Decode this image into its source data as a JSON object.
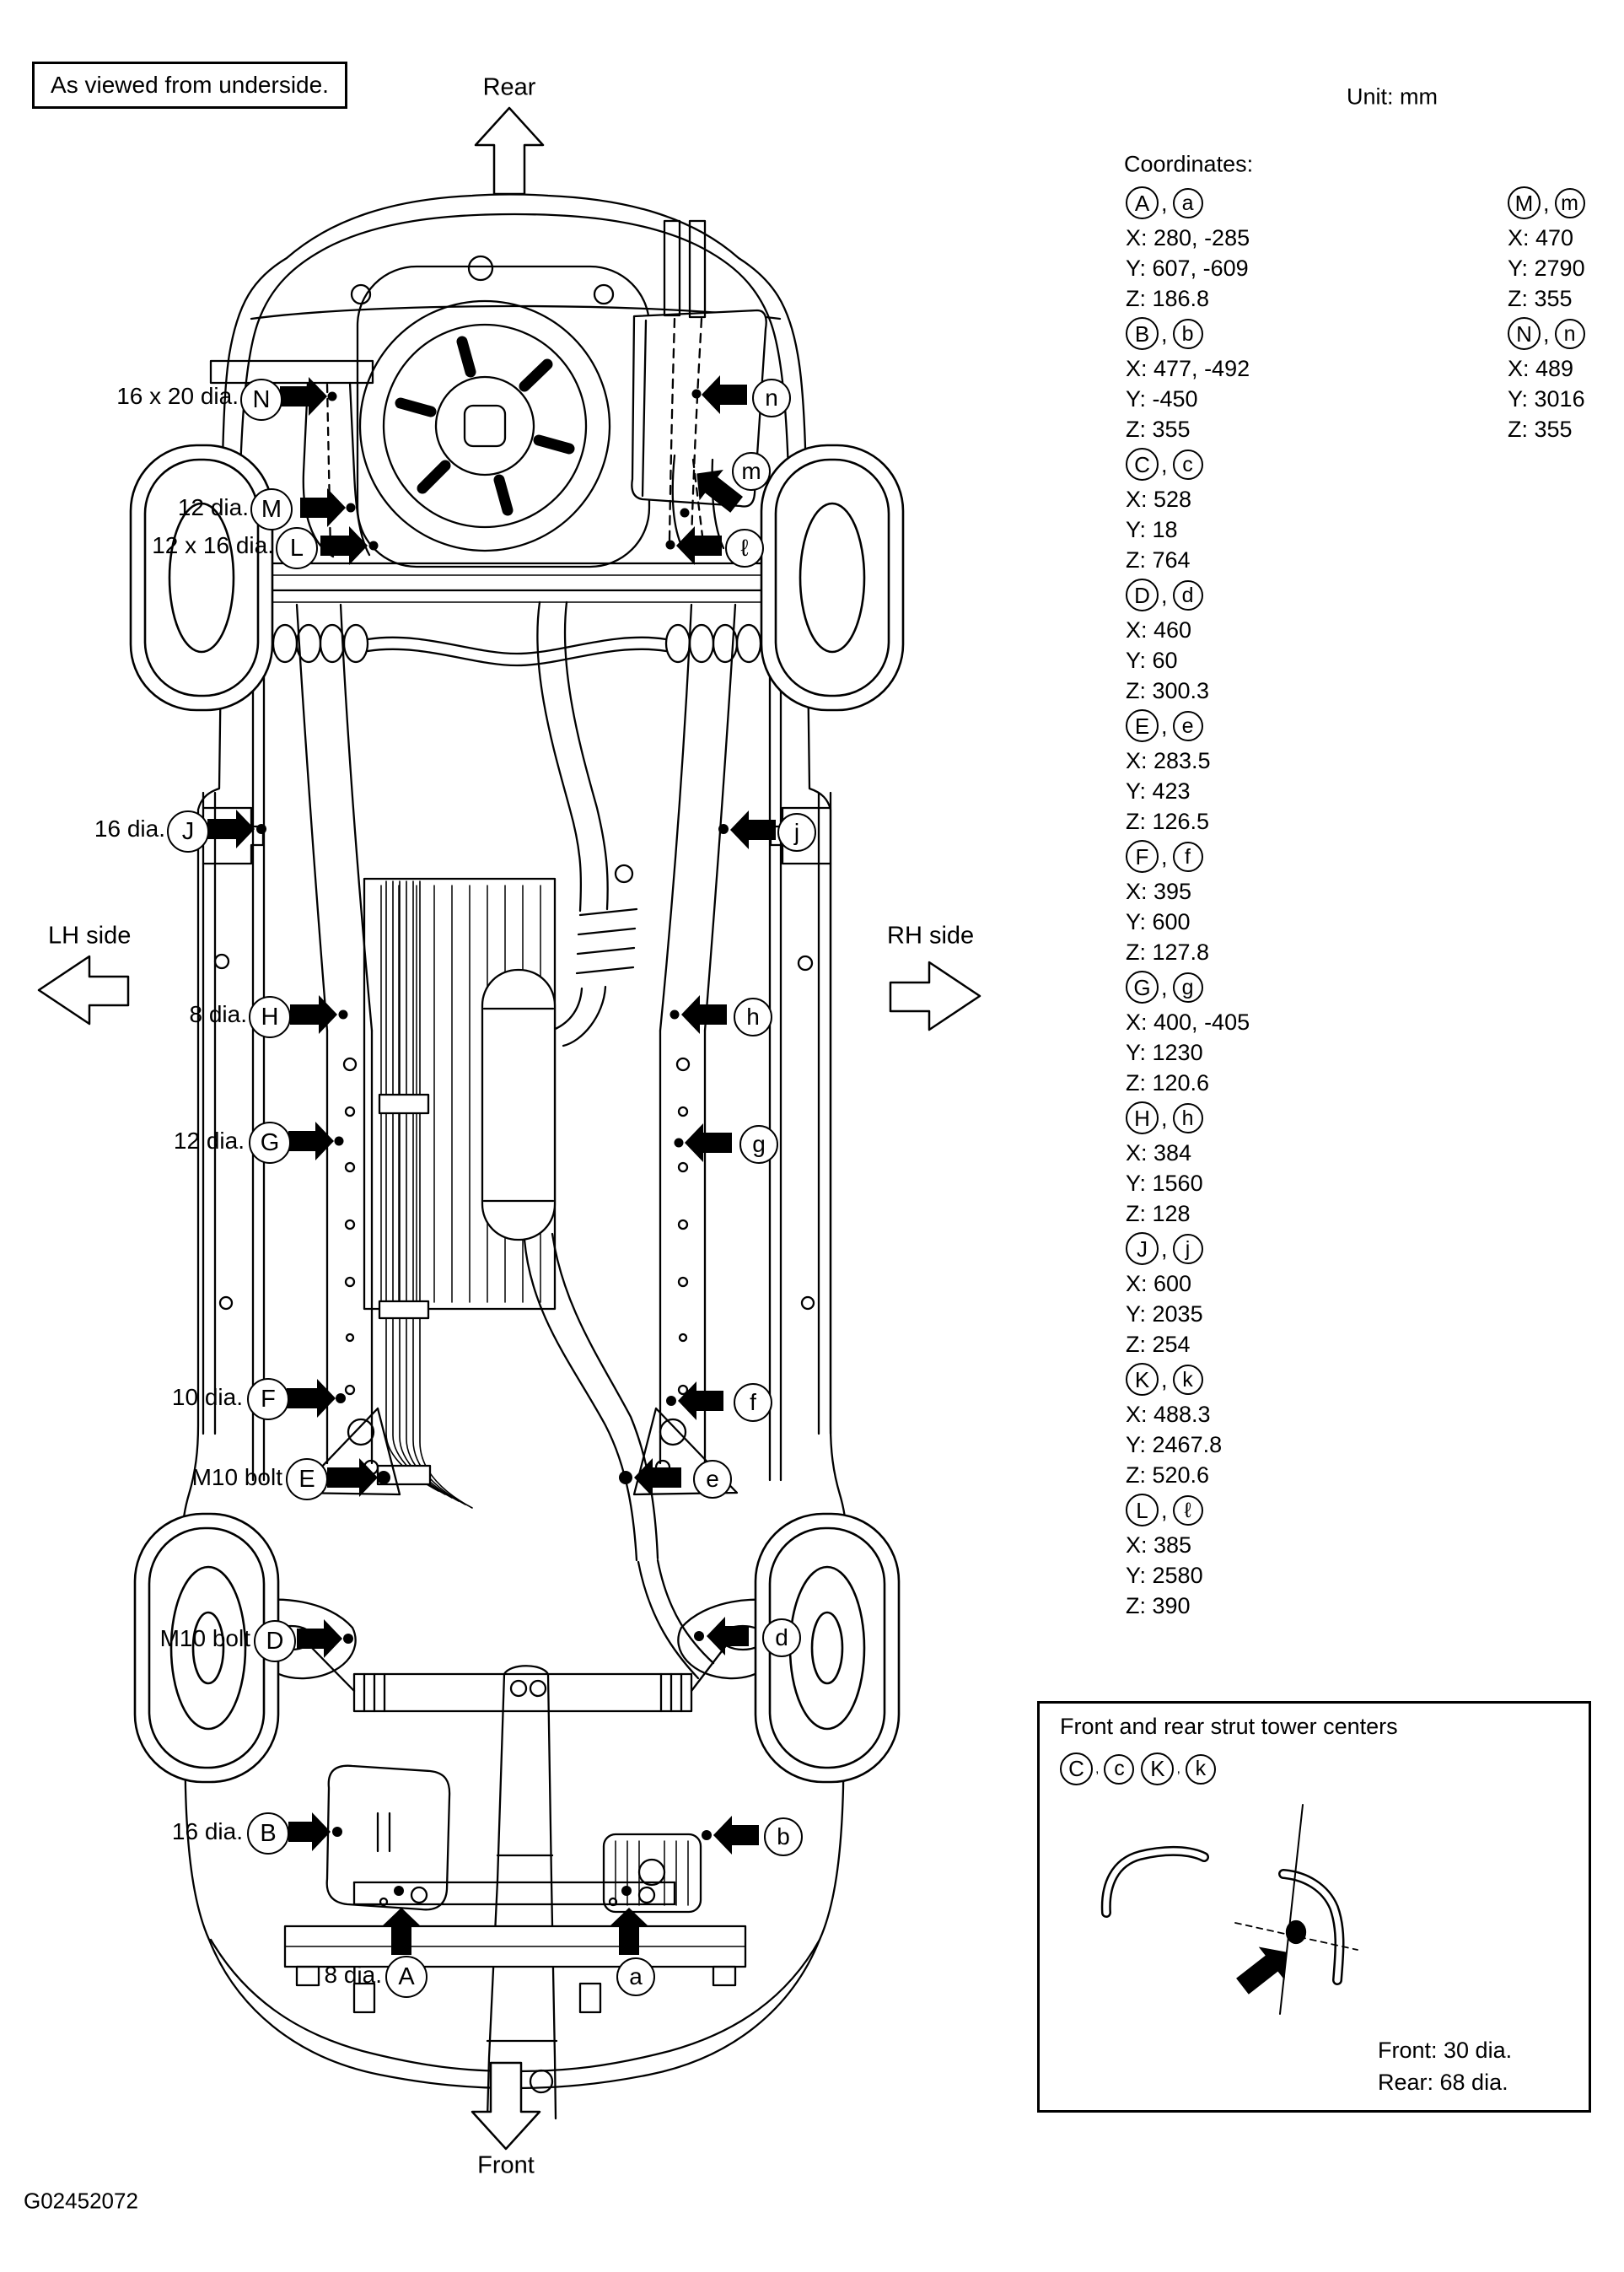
{
  "header": {
    "view_note": "As viewed from underside.",
    "unit_label": "Unit: mm",
    "figure_code": "G02452072"
  },
  "orientation": {
    "rear": "Rear",
    "front": "Front",
    "lh": "LH side",
    "rh": "RH side"
  },
  "diagram": {
    "callouts": [
      {
        "label": "16 x 20 dia.",
        "letter": "N"
      },
      {
        "label": "12 dia.",
        "letter": "M"
      },
      {
        "label": "12 x 16 dia.",
        "letter": "L"
      },
      {
        "label": "16 dia.",
        "letter": "J"
      },
      {
        "label": "8 dia.",
        "letter": "H"
      },
      {
        "label": "12 dia.",
        "letter": "G"
      },
      {
        "label": "10 dia.",
        "letter": "F"
      },
      {
        "label": "M10 bolt",
        "letter": "E"
      },
      {
        "label": "M10 bolt",
        "letter": "D"
      },
      {
        "label": "16 dia.",
        "letter": "B"
      },
      {
        "label": "8 dia.",
        "letter": "A"
      }
    ],
    "point_markers": [
      "n",
      "m",
      "ℓ",
      "j",
      "h",
      "g",
      "f",
      "e",
      "d",
      "b",
      "a"
    ]
  },
  "coordinates": {
    "title": "Coordinates:",
    "column1": [
      {
        "upper": "A",
        "lower": "a",
        "x": "X: 280, -285",
        "y": "Y: 607, -609",
        "z": "Z: 186.8"
      },
      {
        "upper": "B",
        "lower": "b",
        "x": "X: 477, -492",
        "y": "Y: -450",
        "z": "Z: 355"
      },
      {
        "upper": "C",
        "lower": "c",
        "x": "X: 528",
        "y": "Y: 18",
        "z": "Z: 764"
      },
      {
        "upper": "D",
        "lower": "d",
        "x": "X: 460",
        "y": "Y: 60",
        "z": "Z: 300.3"
      },
      {
        "upper": "E",
        "lower": "e",
        "x": "X: 283.5",
        "y": "Y: 423",
        "z": "Z: 126.5"
      },
      {
        "upper": "F",
        "lower": "f",
        "x": "X: 395",
        "y": "Y: 600",
        "z": "Z: 127.8"
      },
      {
        "upper": "G",
        "lower": "g",
        "x": "X: 400, -405",
        "y": "Y: 1230",
        "z": "Z: 120.6"
      },
      {
        "upper": "H",
        "lower": "h",
        "x": "X: 384",
        "y": "Y: 1560",
        "z": "Z: 128"
      },
      {
        "upper": "J",
        "lower": "j",
        "x": "X: 600",
        "y": "Y: 2035",
        "z": "Z: 254"
      },
      {
        "upper": "K",
        "lower": "k",
        "x": "X: 488.3",
        "y": "Y: 2467.8",
        "z": "Z: 520.6"
      },
      {
        "upper": "L",
        "lower": "ℓ",
        "x": "X: 385",
        "y": "Y: 2580",
        "z": "Z: 390"
      }
    ],
    "column2": [
      {
        "upper": "M",
        "lower": "m",
        "x": "X: 470",
        "y": "Y: 2790",
        "z": "Z: 355"
      },
      {
        "upper": "N",
        "lower": "n",
        "x": "X: 489",
        "y": "Y: 3016",
        "z": "Z: 355"
      }
    ]
  },
  "strut_box": {
    "title": "Front and rear strut tower centers",
    "letters": [
      "C",
      "c",
      "K",
      "k"
    ],
    "comma": ",",
    "front_note": "Front: 30 dia.",
    "rear_note": "Rear: 68 dia."
  }
}
